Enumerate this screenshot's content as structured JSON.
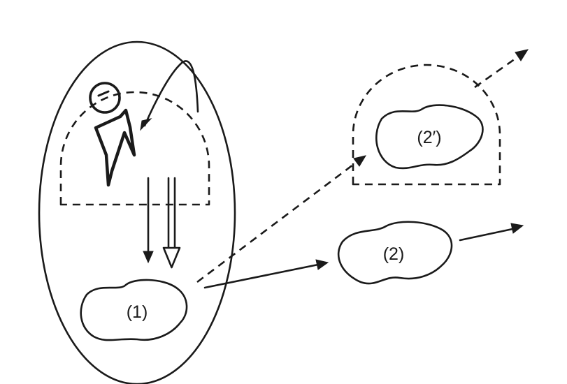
{
  "blobs": {
    "blob_1": {
      "label": "(1)"
    },
    "blob_2": {
      "label": "(2)"
    },
    "blob_2_prime": {
      "label": "(2′)"
    }
  }
}
